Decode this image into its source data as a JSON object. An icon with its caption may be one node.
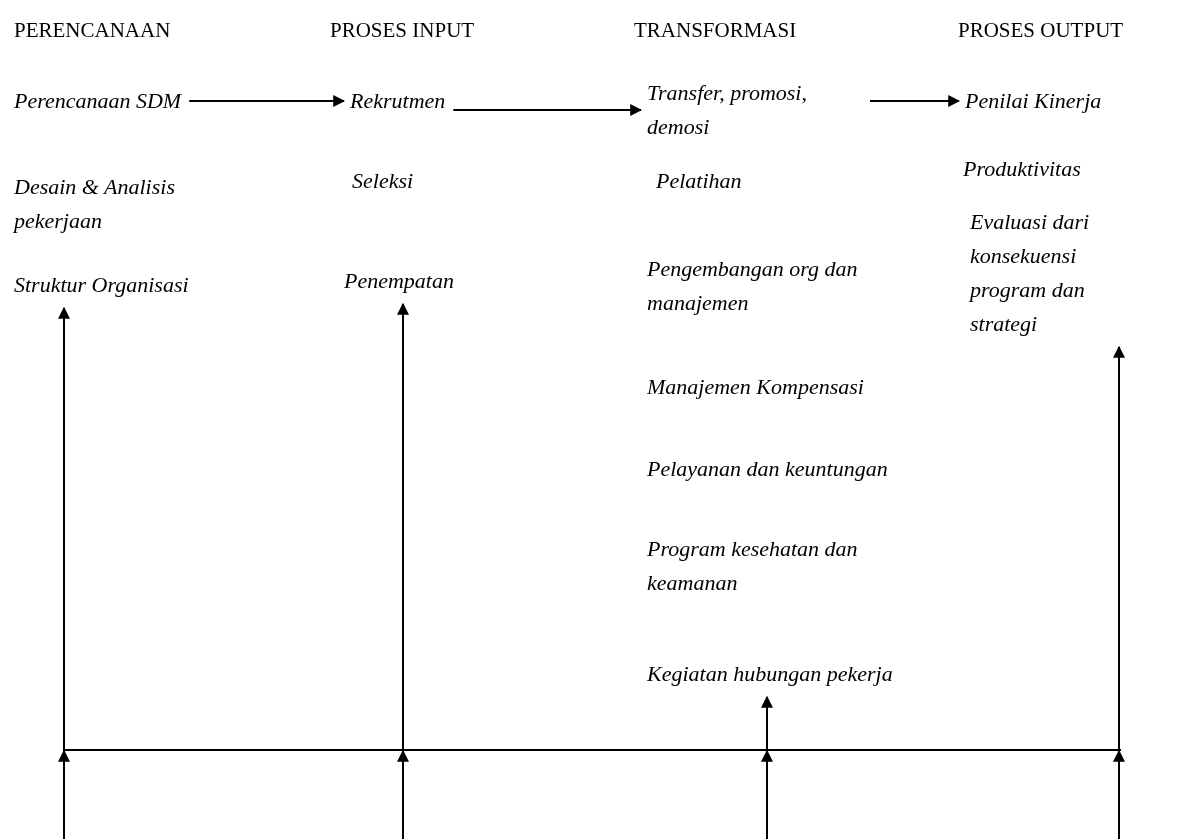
{
  "diagram": {
    "nodes": [
      {
        "text": [
          "Perencanaan SDM"
        ]
      },
      {
        "text": [
          "Desain & Analisis pekerjaan"
        ]
      },
      {
        "text": [
          "Struktur Organisasi"
        ]
      },
      {
        "text": [
          "Rekrutmen"
        ]
      },
      {
        "text": [
          "Seleksi"
        ]
      },
      {
        "text": [
          "Penempatan"
        ]
      },
      {
        "text": [
          "Transfer, promosi, demosi"
        ]
      },
      {
        "text": [
          "Pelatihan"
        ]
      },
      {
        "text": [
          "Pengembangan org dan manajemen"
        ]
      },
      {
        "text": [
          "Manajemen Kompensasi"
        ]
      },
      {
        "text": [
          "Pelayanan dan keuntungan"
        ]
      },
      {
        "text": [
          "Program kesehatan dan keamanan"
        ]
      },
      {
        "text": [
          "Kegiatan hubungan pekerja"
        ]
      },
      {
        "text": [
          "Penilai Kinerja"
        ]
      },
      {
        "text": [
          "Produktivitas"
        ]
      },
      {
        "text": [
          "Evaluasi dari konsekuensi program dan strategi"
        ]
      },
      {
        "text": [],
        "shape": "bar"
      }
    ],
    "edges": [
      {
        "from": 0,
        "to": 3,
        "arrow": "to"
      },
      {
        "from": 3,
        "to": 6,
        "arrow": "to"
      },
      {
        "from": 6,
        "to": 13,
        "arrow": "to"
      },
      {
        "from": 16,
        "to": 2,
        "arrow": "to"
      },
      {
        "from": 16,
        "to": 5,
        "arrow": "to"
      },
      {
        "from": 16,
        "to": 12,
        "arrow": "to"
      },
      {
        "from": 16,
        "to": 15,
        "arrow": "to"
      },
      {
        "from": null,
        "to": 16,
        "arrow": "to"
      },
      {
        "from": null,
        "to": 16,
        "arrow": "to"
      },
      {
        "from": null,
        "to": 16,
        "arrow": "to"
      },
      {
        "from": null,
        "to": 16,
        "arrow": "to"
      }
    ],
    "labels": [
      "PERENCANAAN",
      "PROSES INPUT",
      "TRANSFORMASI",
      "PROSES OUTPUT"
    ]
  }
}
